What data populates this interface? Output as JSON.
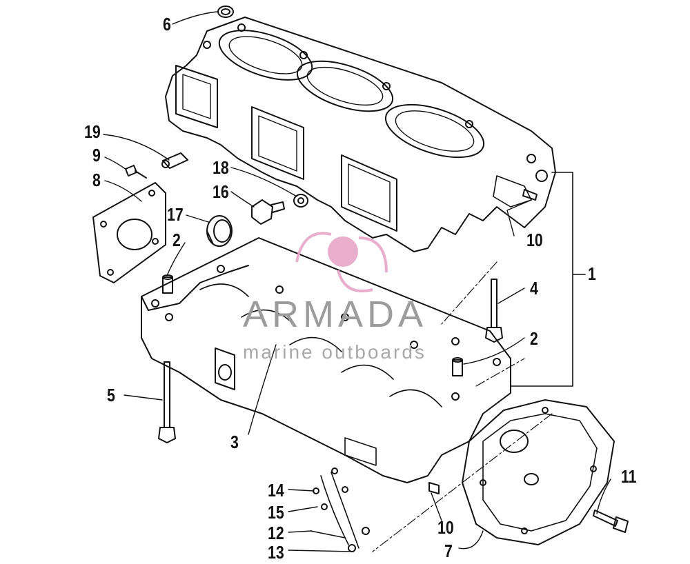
{
  "diagram": {
    "callouts": [
      {
        "id": "c6",
        "text": "6"
      },
      {
        "id": "c19",
        "text": "19"
      },
      {
        "id": "c9",
        "text": "9"
      },
      {
        "id": "c8",
        "text": "8"
      },
      {
        "id": "c18",
        "text": "18"
      },
      {
        "id": "c16",
        "text": "16"
      },
      {
        "id": "c17",
        "text": "17"
      },
      {
        "id": "c2a",
        "text": "2"
      },
      {
        "id": "c10a",
        "text": "10"
      },
      {
        "id": "c1",
        "text": "1"
      },
      {
        "id": "c4",
        "text": "4"
      },
      {
        "id": "c2b",
        "text": "2"
      },
      {
        "id": "c5",
        "text": "5"
      },
      {
        "id": "c3",
        "text": "3"
      },
      {
        "id": "c11",
        "text": "11"
      },
      {
        "id": "c14",
        "text": "14"
      },
      {
        "id": "c15",
        "text": "15"
      },
      {
        "id": "c12",
        "text": "12"
      },
      {
        "id": "c13",
        "text": "13"
      },
      {
        "id": "c10b",
        "text": "10"
      },
      {
        "id": "c7",
        "text": "7"
      }
    ]
  },
  "watermark": {
    "brand": "ARMADA",
    "subtitle": "marine outboards",
    "logo_color": "#e8a6c8"
  }
}
